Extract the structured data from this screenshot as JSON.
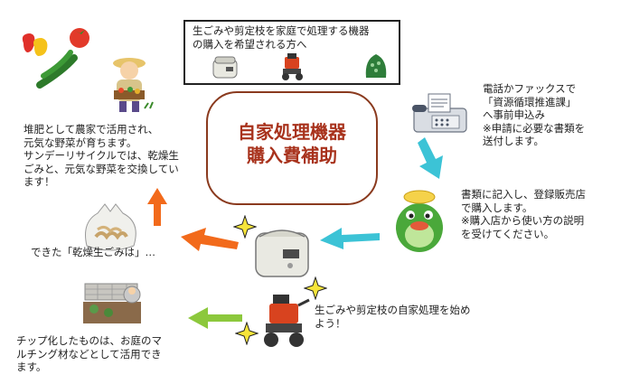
{
  "top_box": {
    "text": "生ごみや剪定枝を家庭で処理する機器\nの購入を希望される方へ"
  },
  "center": {
    "title": "自家処理機器\n購入費補助"
  },
  "step_apply": {
    "text": "電話かファックスで\n「資源循環推進課」\nへ事前申込み\n※申請に必要な書類を\n送付します。"
  },
  "step_purchase": {
    "text": "書類に記入し、登録販売店\nで購入します。\n※購入店から使い方の説明\nを受けてください。"
  },
  "step_start": {
    "text": "生ごみや剪定枝の自家処理を始め\nよう！"
  },
  "step_dried": {
    "text": "できた「乾燥生ごみは」…"
  },
  "step_farm": {
    "text": "堆肥として農家で活用され、\n元気な野菜が育ちます。\nサンデーリサイクルでは、乾燥生\nごみと、元気な野菜を交換してい\nます！"
  },
  "step_chip": {
    "text": "チップ化したものは、お庭のマ\nルチング材などとして活用でき\nます。"
  },
  "colors": {
    "arrow_cyan": "#3cc3d6",
    "arrow_orange": "#f26a1b",
    "arrow_green": "#8cc83c",
    "title_red": "#a8321c",
    "sparkle_yellow": "#f7e53a"
  },
  "icons": [
    "vegetables-icon",
    "farmer-icon",
    "fax-phone-icon",
    "mascot-icon",
    "dryer-icon",
    "shredder-icon",
    "composter-icon",
    "garbage-bag-icon",
    "garden-mulch-icon",
    "sparkle-icon"
  ]
}
